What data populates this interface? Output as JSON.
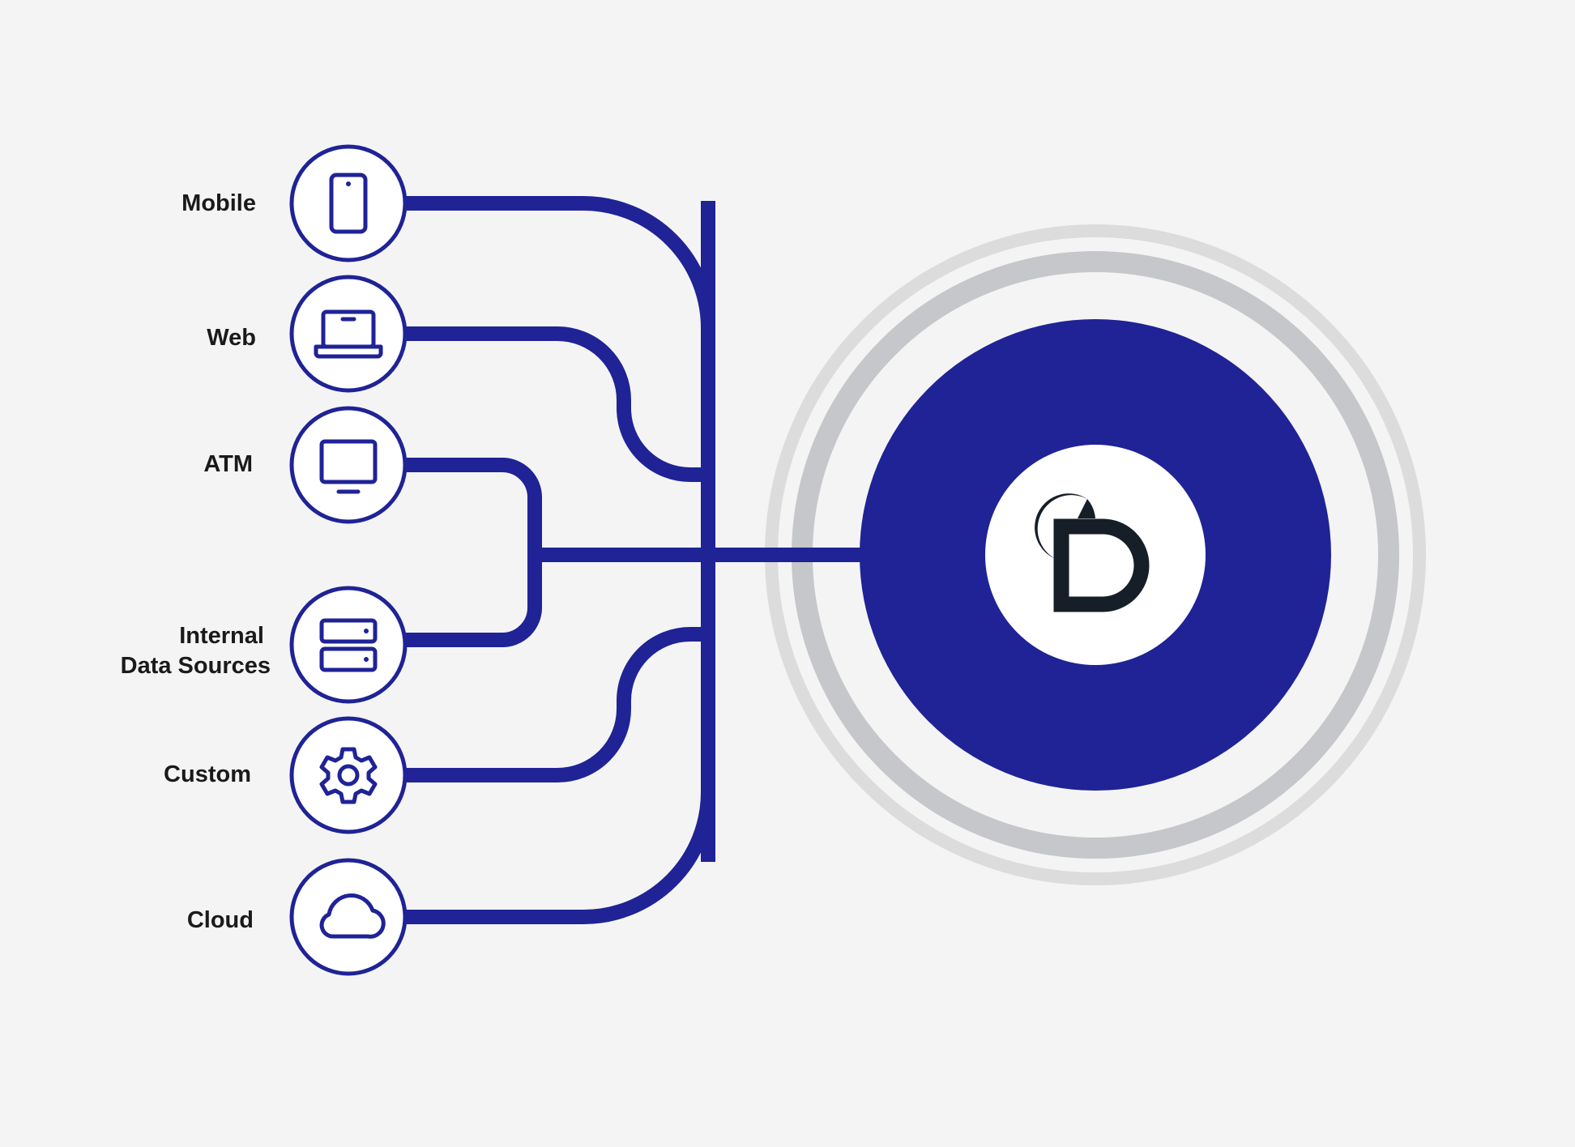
{
  "sources": [
    {
      "id": "mobile",
      "lines": [
        "Mobile"
      ],
      "icon": "mobile-phone-icon"
    },
    {
      "id": "web",
      "lines": [
        "Web"
      ],
      "icon": "laptop-icon"
    },
    {
      "id": "atm",
      "lines": [
        "ATM"
      ],
      "icon": "monitor-icon"
    },
    {
      "id": "internal-data-sources",
      "lines": [
        "Internal",
        "Data Sources"
      ],
      "icon": "server-icon"
    },
    {
      "id": "custom",
      "lines": [
        "Custom"
      ],
      "icon": "gear-icon"
    },
    {
      "id": "cloud",
      "lines": [
        "Cloud"
      ],
      "icon": "cloud-icon"
    }
  ],
  "hub": {
    "icon": "brand-logo"
  },
  "colors": {
    "background": "#f4f4f4",
    "primary": "#1f2396",
    "ring_light": "#dcdcdd",
    "ring_dark": "#c5c7ca",
    "logo": "#161e28",
    "label": "#1a1a1a",
    "node_fill": "#ffffff"
  }
}
